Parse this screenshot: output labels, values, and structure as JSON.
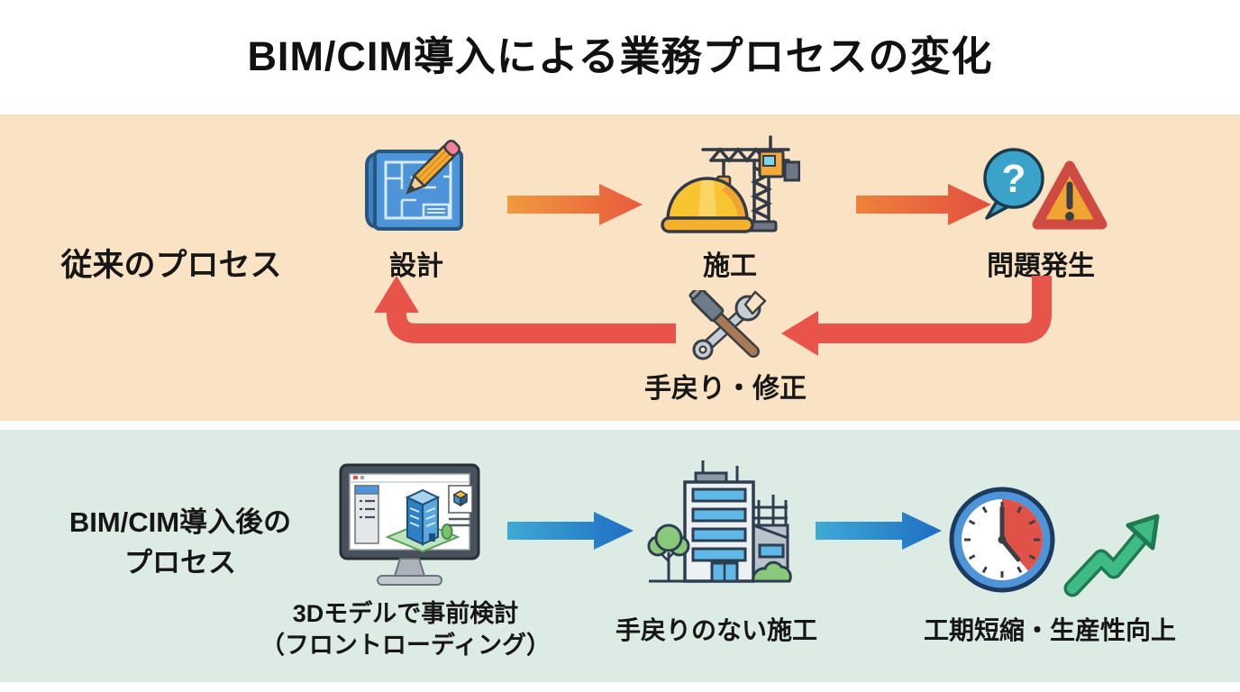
{
  "title": "BIM/CIM導入による業務プロセスの変化",
  "traditional": {
    "row_label": "従来のプロセス",
    "bg_color": "#FAE3C5",
    "forward_arrow_gradient": [
      "#F19A3E",
      "#E85A3D"
    ],
    "return_arrow_color": "#E8534A",
    "steps": [
      {
        "label": "設計",
        "icon": "blueprint-pencil-icon"
      },
      {
        "label": "施工",
        "icon": "hardhat-crane-icon"
      },
      {
        "label": "問題発生",
        "icon": "question-warning-icon",
        "bubble_glyph": "?"
      }
    ],
    "rework": {
      "label": "手戻り・修正",
      "icon": "hammer-wrench-icon"
    }
  },
  "bim": {
    "row_label_line1": "BIM/CIM導入後の",
    "row_label_line2": "プロセス",
    "bg_color": "#DCEBE3",
    "forward_arrow_gradient": [
      "#3FAAD6",
      "#1E6EC2"
    ],
    "steps": [
      {
        "label_line1": "3Dモデルで事前検討",
        "label_line2": "（フロントローディング）",
        "icon": "monitor-3d-model-icon"
      },
      {
        "label": "手戻りのない施工",
        "icon": "building-construction-icon"
      },
      {
        "label": "工期短縮・生産性向上",
        "icon": "clock-growth-icon"
      }
    ]
  }
}
